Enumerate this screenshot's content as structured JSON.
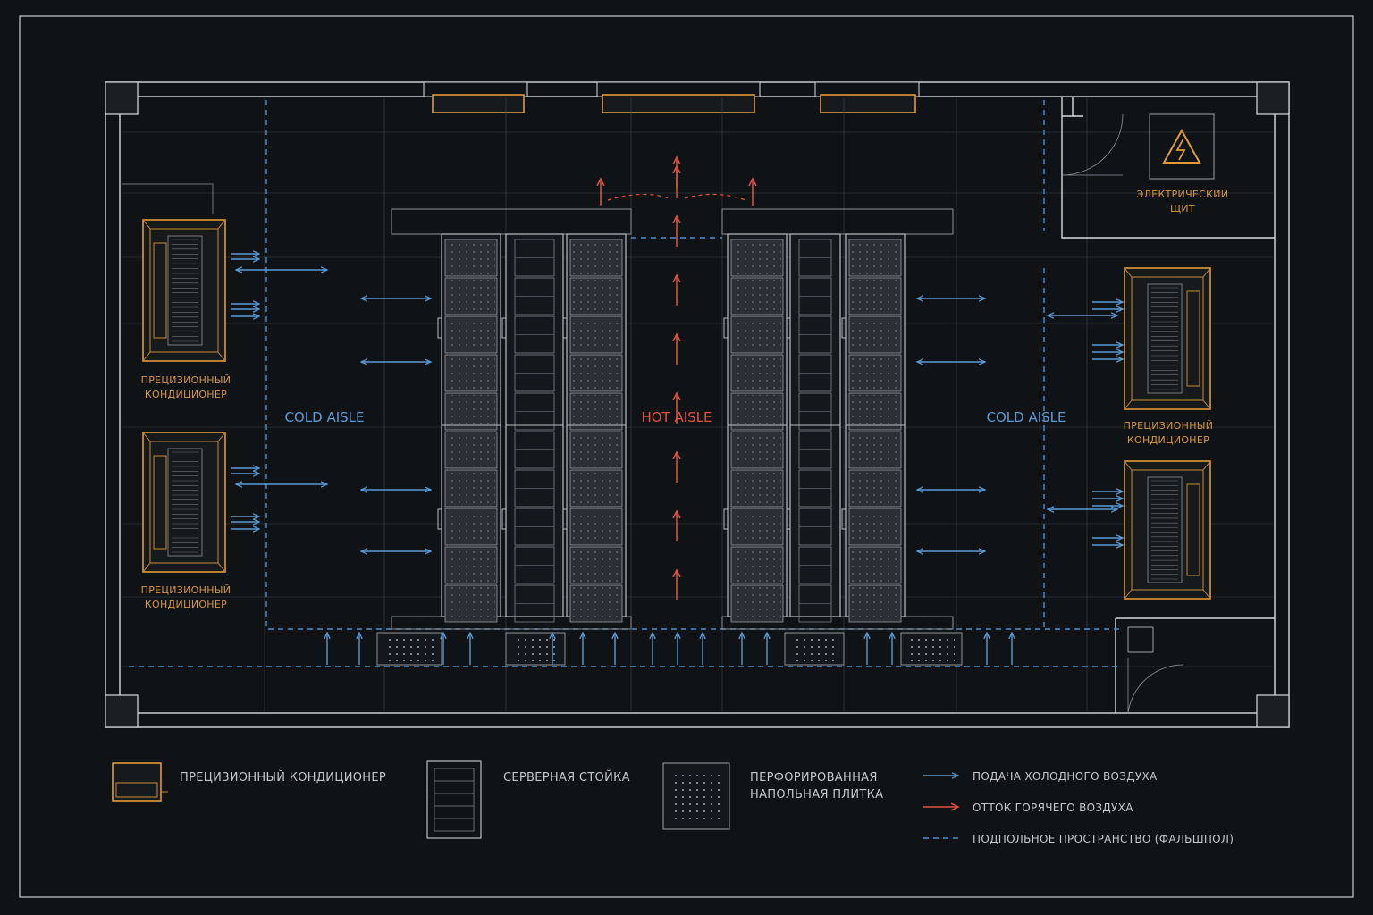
{
  "labels": {
    "cold_aisle_left": "COLD AISLE",
    "hot_aisle": "HOT AISLE",
    "cold_aisle_right": "COLD AISLE",
    "electrical_panel_l1": "ЭЛЕКТРИЧЕСКИЙ",
    "electrical_panel_l2": "ЩИТ",
    "crac_l1": "ПРЕЦИЗИОННЫЙ",
    "crac_l2": "КОНДИЦИОНЕР"
  },
  "legend": {
    "crac": "ПРЕЦИЗИОННЫЙ КОНДИЦИОНЕР",
    "rack": "СЕРВЕРНАЯ СТОЙКА",
    "tile_l1": "ПЕРФОРИРОВАННАЯ",
    "tile_l2": "НАПОЛЬНАЯ ПЛИТКА",
    "cold_air": "ПОДАЧА ХОЛОДНОГО ВОЗДУХА",
    "hot_air": "ОТТОК ГОРЯЧЕГО ВОЗДУХА",
    "raised_floor": "ПОДПОЛЬНОЕ ПРОСТРАНСТВО (ФАЛЬШПОЛ)"
  },
  "colors": {
    "background": "#101316",
    "cold": "#5b9bd5",
    "hot": "#e2533f",
    "equipment": "#e09a3a",
    "lines": "#c9ccd0"
  },
  "icons": [
    "high-voltage-icon",
    "cold-air-arrow-icon",
    "hot-air-arrow-icon"
  ]
}
